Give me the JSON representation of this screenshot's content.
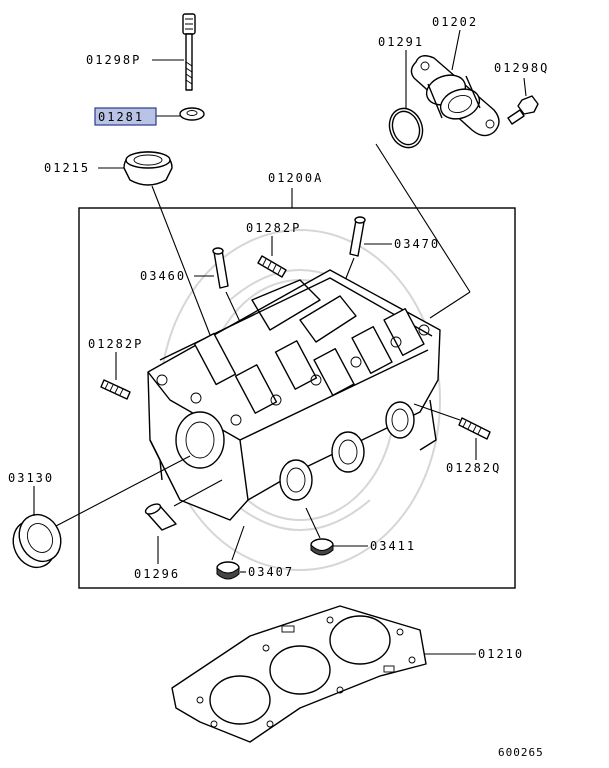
{
  "parts": {
    "bolt_pin": "01298P",
    "washer": "01281",
    "seal_cap": "01215",
    "head_assy": "01200A",
    "housing": "01202",
    "housing_gasket": "01291",
    "housing_bolt": "01298Q",
    "stud_top": "01282P",
    "guide_right": "03470",
    "guide_left": "03460",
    "stud_left": "01282P",
    "stud_right": "01282Q",
    "oil_seal": "03130",
    "dowel": "01296",
    "plug_a": "03411",
    "plug_b": "03407",
    "head_gasket": "01210"
  },
  "highlighted_part": "01281",
  "highlight_color": "#b9c3e6",
  "figure_code": "600265"
}
